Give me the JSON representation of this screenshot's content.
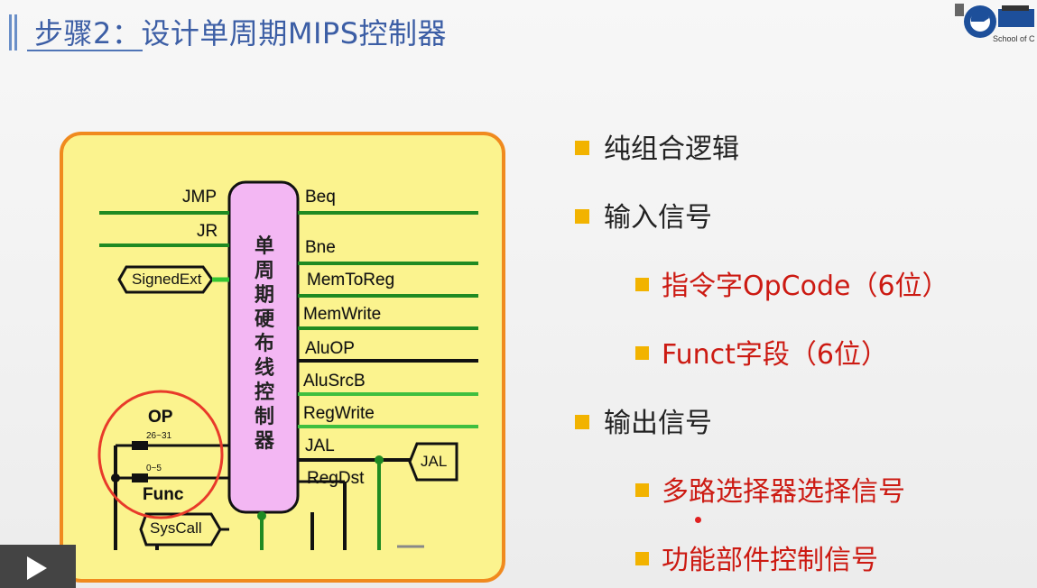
{
  "slide": {
    "title": "步骤2：设计单周期MIPS控制器"
  },
  "logo": {
    "caption": "School of C"
  },
  "diagram": {
    "controller_label": [
      "单",
      "周",
      "期",
      "硬",
      "布",
      "线",
      "控",
      "制",
      "器"
    ],
    "inputs_left": [
      "JMP",
      "JR"
    ],
    "signedext": "SignedExt",
    "op_label": "OP",
    "op_bits": "26~31",
    "func_label": "Func",
    "func_bits": "0~5",
    "syscall": "SysCall",
    "jal_box": "JAL",
    "outputs": [
      "Beq",
      "Bne",
      "MemToReg",
      "MemWrite",
      "AluOP",
      "AluSrcB",
      "RegWrite",
      "JAL",
      "RegDst"
    ]
  },
  "bullets": [
    {
      "level": 1,
      "text": "纯组合逻辑"
    },
    {
      "level": 1,
      "text": "输入信号"
    },
    {
      "level": 2,
      "text": "指令字OpCode（6位）"
    },
    {
      "level": 2,
      "text": "Funct字段（6位）"
    },
    {
      "level": 1,
      "text": "输出信号"
    },
    {
      "level": 2,
      "text": "多路选择器选择信号"
    },
    {
      "level": 2,
      "text": "功能部件控制信号"
    }
  ],
  "colors": {
    "title": "#3c5ea5",
    "bullet_square": "#f2b300",
    "sub_bullet_text": "#cc1a12",
    "diagram_fill": "#fbf38e",
    "diagram_border": "#f08a1e",
    "controller_fill": "#f3b7f3",
    "wire_green": "#1f8a22",
    "circle": "#e83a2a"
  }
}
